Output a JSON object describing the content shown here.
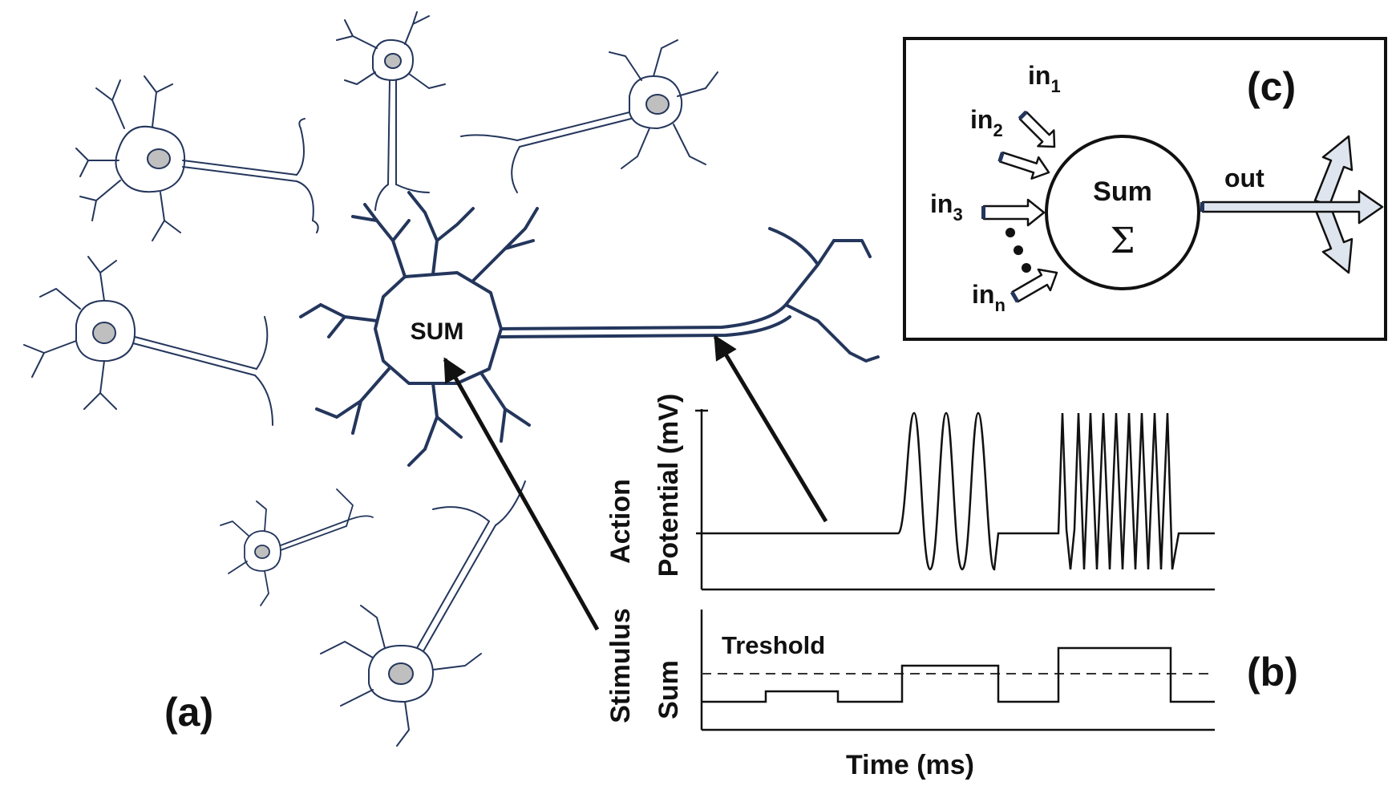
{
  "panel_a": {
    "label": "(a)",
    "soma_text": "SUM"
  },
  "panel_b": {
    "label": "(b)",
    "ap_axis_label_1": "Action",
    "ap_axis_label_2": "Potential (mV)",
    "stim_axis_label_1": "Stimulus",
    "stim_axis_label_2": "Sum",
    "threshold_text": "Treshold",
    "x_axis_label": "Time (ms)"
  },
  "panel_c": {
    "label": "(c)",
    "node_text": "Sum",
    "sigma": "Σ",
    "output_text": "out",
    "inputs": [
      {
        "base": "in",
        "sub": "1"
      },
      {
        "base": "in",
        "sub": "2"
      },
      {
        "base": "in",
        "sub": "3"
      },
      {
        "base": "in",
        "sub": "n"
      }
    ]
  },
  "colors": {
    "neuron": "#24365c",
    "line": "#111111",
    "arrow_fill": "#dfe5ee",
    "soma_nucleus": "#bfbfbf"
  }
}
